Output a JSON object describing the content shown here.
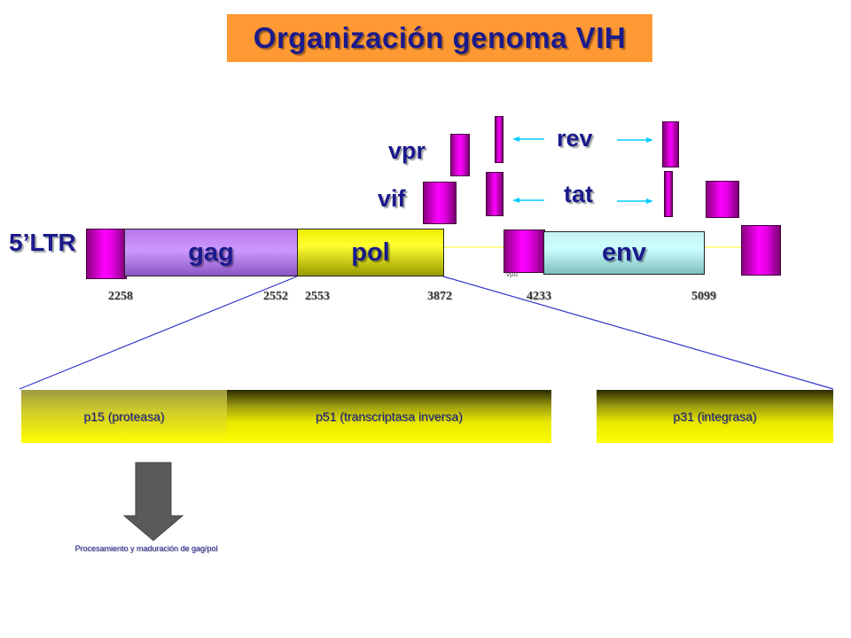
{
  "title": "Organización genoma VIH",
  "ltr_label": "5’LTR",
  "genes": {
    "gag": "gag",
    "pol": "pol",
    "env": "env",
    "vif": "vif",
    "vpr": "vpr",
    "rev": "rev",
    "tat": "tat",
    "vpu": "vpu"
  },
  "coordinates": [
    "2258",
    "2552",
    "2553",
    "3872",
    "4233",
    "5099"
  ],
  "pol_products": {
    "protease": "p15 (proteasa)",
    "reverse_transcriptase": "p51 (transcriptasa inversa)",
    "integrase": "p31 (integrasa)"
  },
  "processing_label": "Procesamiento y maduración de gag/pol",
  "colors": {
    "title_bg": "#ff9933",
    "text": "#1a1a8c",
    "gag": "#cc99ff",
    "pol": "#ffff00",
    "env": "#ccffff",
    "accessory": "#ff00ff",
    "arrow": "#00ccff"
  }
}
